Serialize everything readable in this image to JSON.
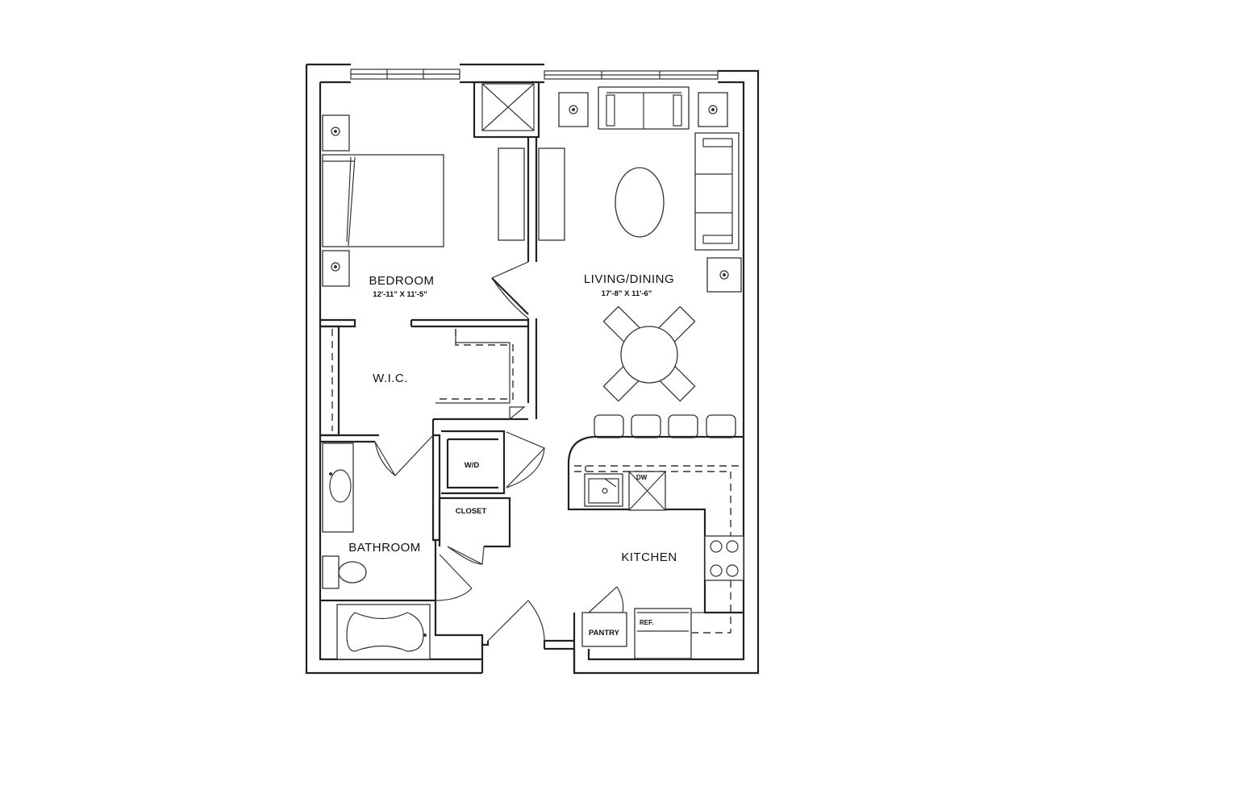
{
  "plan": {
    "rooms": {
      "bedroom": {
        "name": "BEDROOM",
        "dimensions": "12'-11\" X 11'-5\""
      },
      "living_dining": {
        "name": "LIVING/DINING",
        "dimensions": "17'-8\" X 11'-6\""
      },
      "wic": {
        "name": "W.I.C."
      },
      "bathroom": {
        "name": "BATHROOM"
      },
      "kitchen": {
        "name": "KITCHEN"
      }
    },
    "fixtures": {
      "washer_dryer": "W/D",
      "closet": "CLOSET",
      "pantry": "PANTRY",
      "refrigerator": "REF.",
      "dishwasher": "DW"
    },
    "colors": {
      "line": "#222222",
      "background": "#ffffff"
    }
  }
}
